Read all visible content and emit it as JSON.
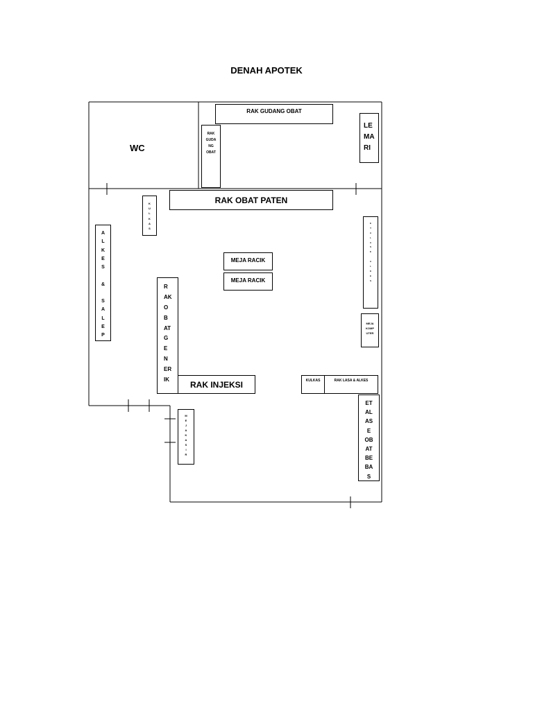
{
  "title": "DENAH APOTEK",
  "rooms": {
    "wc": "WC"
  },
  "furniture": {
    "rak_gudang_obat_top": "RAK GUDANG OBAT",
    "rak_gudang_obat_small": "RAK\nGUDA\nNG\nOBAT",
    "lemari": "LE\nMA\nRI",
    "rak_obat_paten": "RAK OBAT PATEN",
    "kulkas_top": "K\nU\nL\nK\nA\nS",
    "alkes_salep": "A\nL\nK\nE\nS\n\n&\n\nS\nA\nL\nE\nP",
    "meja_racik_1": "MEJA RACIK",
    "meja_racik_2": "MEJA RACIK",
    "rak_obat_generik": "R\nAK\nO\nB\nAT\nG\nE\nN\nER\nIK",
    "rak_injeksi": "RAK INJEKSI",
    "etalase_alkes": "E\nT\nA\nL\nA\nS\nE\n\nA\nL\nK\nE\nS",
    "meja_komputer": "MEJA\nKOMP\nUTER",
    "kulkas_bottom": "KULKAS",
    "rak_lasa_alkes": "RAK LASA & ALKES",
    "etalase_obat_bebas": "ET\nAL\nAS\nE\nOB\nAT\nBE\nBA\nS",
    "meja_kasir": "M\nE\nJ\nA\nK\nA\nS\nI\nR"
  }
}
